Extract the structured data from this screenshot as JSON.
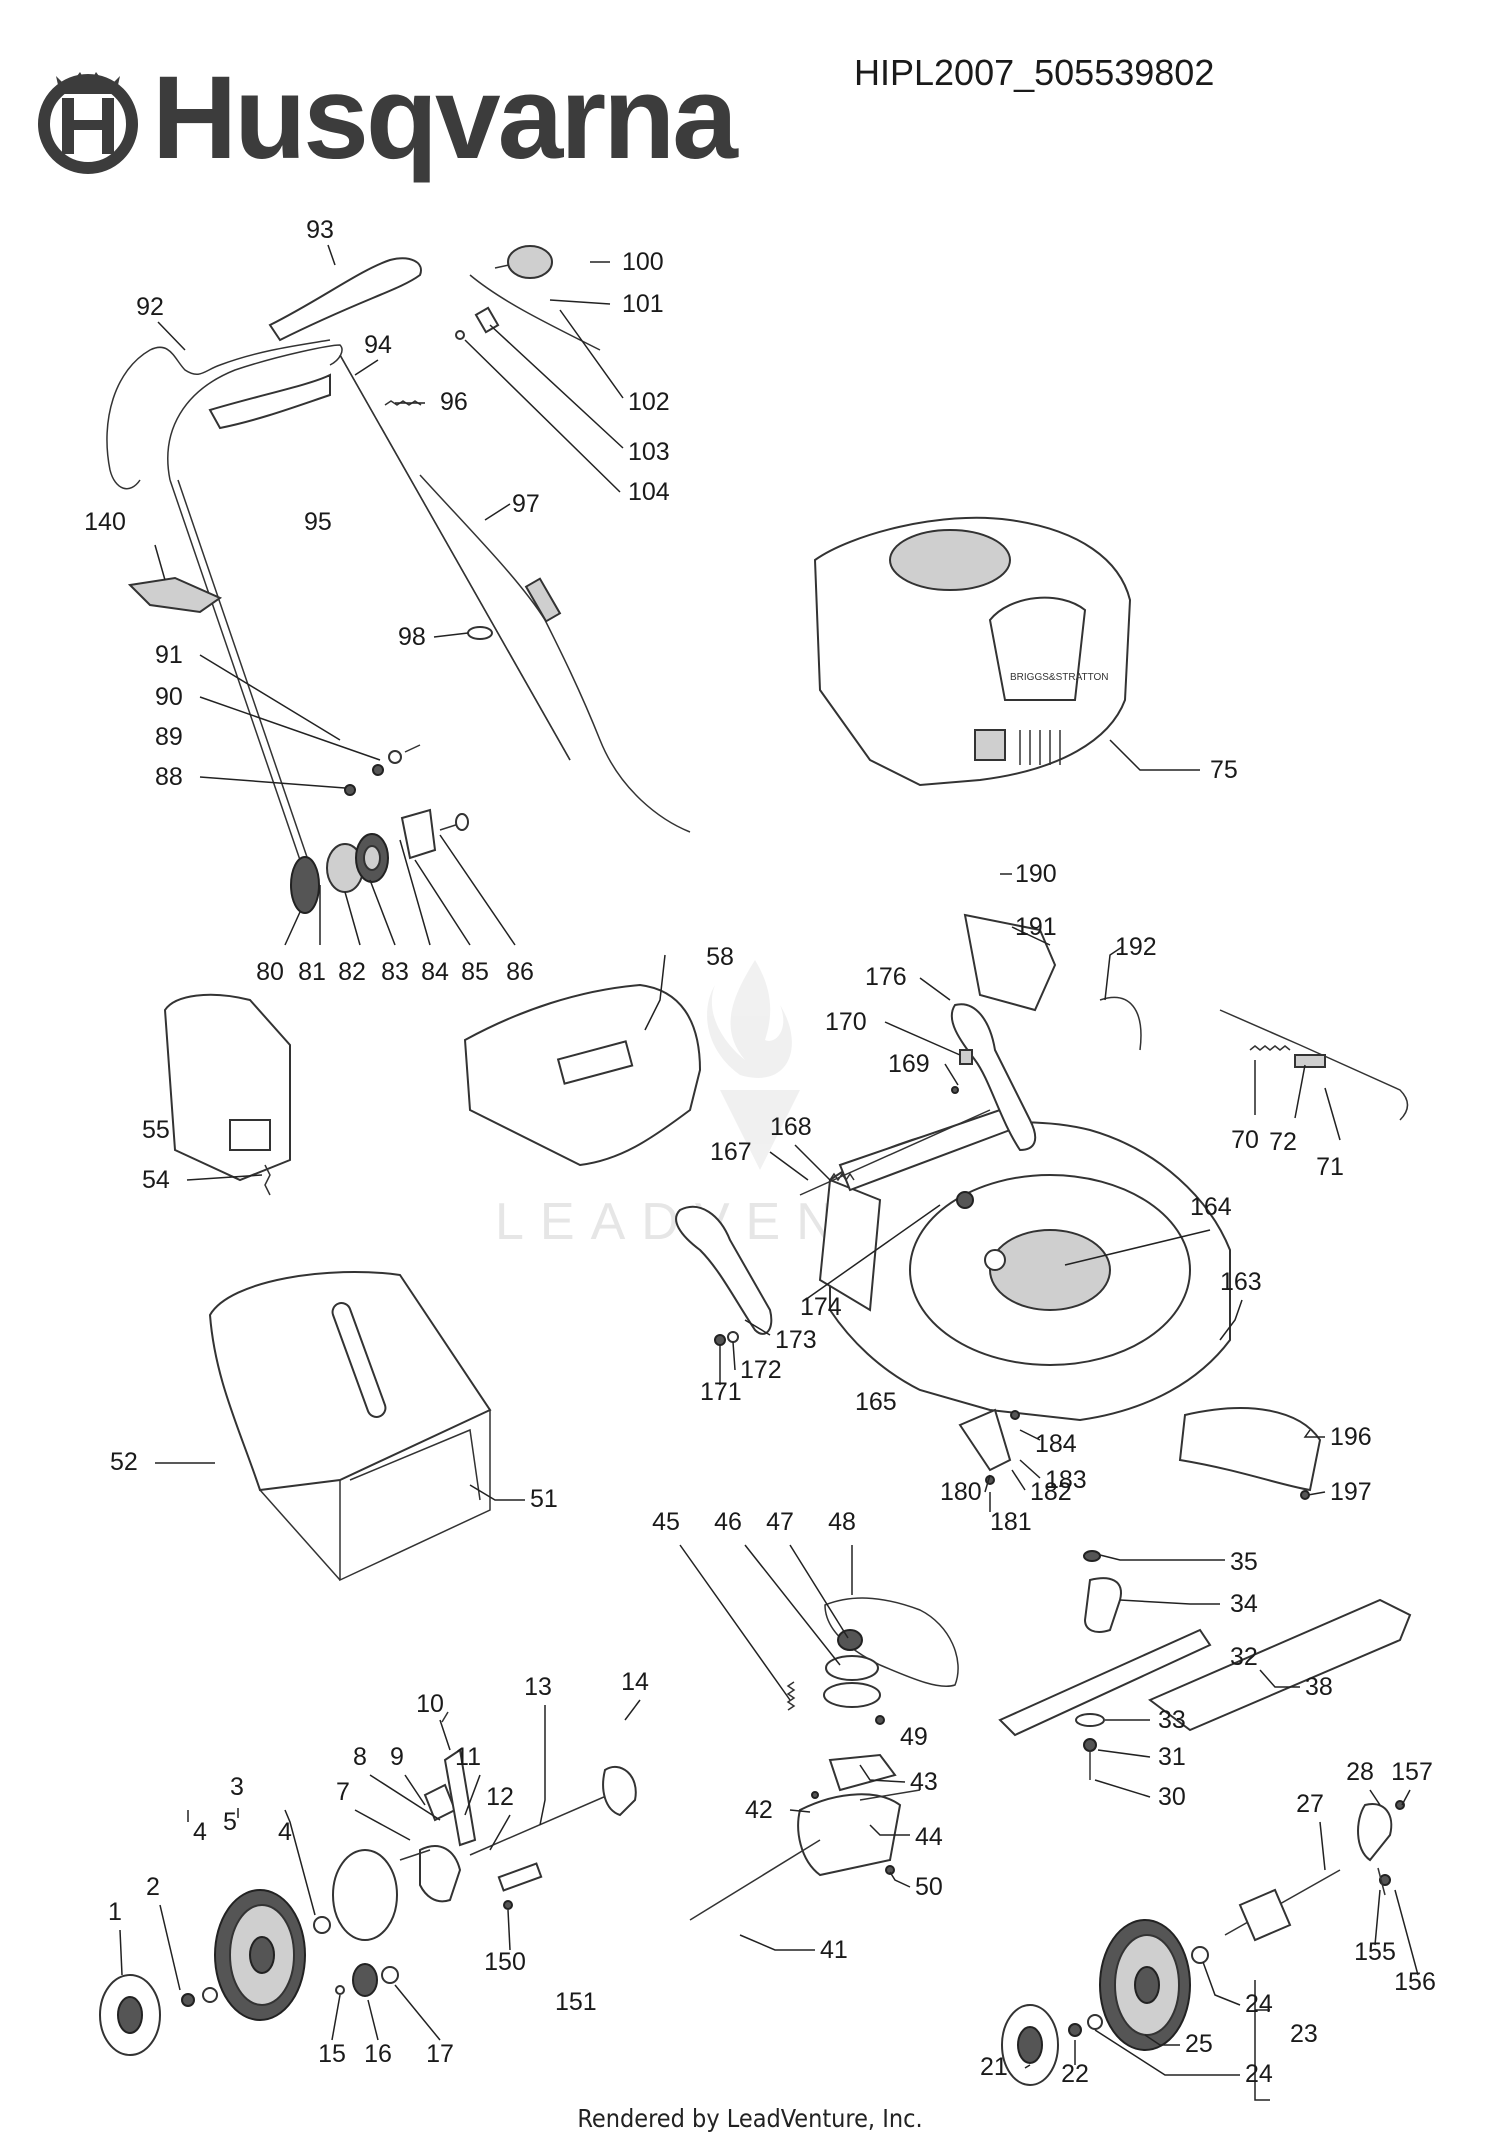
{
  "header": {
    "brand": "Husqvarna",
    "model_code": "HIPL2007_505539802"
  },
  "footer": {
    "rendered_by": "Rendered by LeadVenture, Inc."
  },
  "watermark": {
    "text": "LEADVENTURE"
  },
  "callouts": [
    "93",
    "92",
    "94",
    "96",
    "100",
    "101",
    "102",
    "103",
    "104",
    "97",
    "95",
    "140",
    "98",
    "91",
    "90",
    "89",
    "88",
    "80",
    "81",
    "82",
    "83",
    "84",
    "85",
    "86",
    "75",
    "190",
    "191",
    "192",
    "58",
    "176",
    "170",
    "169",
    "168",
    "167",
    "70",
    "72",
    "71",
    "55",
    "54",
    "164",
    "174",
    "173",
    "172",
    "171",
    "165",
    "163",
    "52",
    "51",
    "184",
    "183",
    "180",
    "182",
    "181",
    "196",
    "197",
    "45",
    "46",
    "47",
    "48",
    "35",
    "34",
    "32",
    "38",
    "33",
    "31",
    "30",
    "49",
    "43",
    "42",
    "44",
    "50",
    "41",
    "14",
    "13",
    "10",
    "9",
    "11",
    "8",
    "12",
    "7",
    "3",
    "5",
    "4",
    "4",
    "2",
    "1",
    "150",
    "151",
    "15",
    "16",
    "17",
    "28",
    "157",
    "27",
    "155",
    "156",
    "24",
    "23",
    "25",
    "21",
    "22",
    "24"
  ],
  "colors": {
    "brand_gray": "#3c3c3c",
    "line": "#333333"
  }
}
